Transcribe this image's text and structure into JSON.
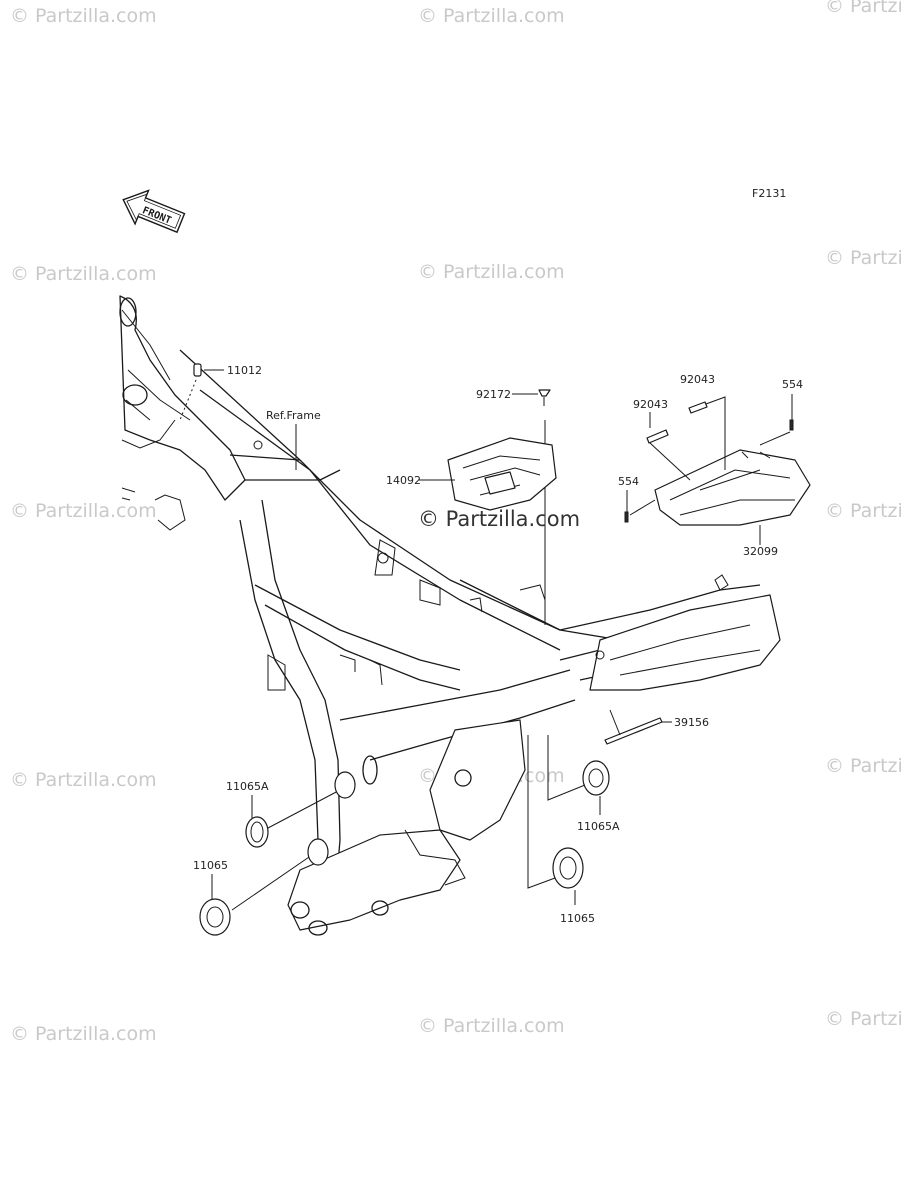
{
  "figure_code": "F2131",
  "front_badge": "FRONT",
  "reference_label": "Ref.Frame",
  "watermark": "© Partzilla.com",
  "watermark_short": "© Partzi",
  "parts": {
    "p11012": "11012",
    "p92172": "92172",
    "p14092": "14092",
    "p92043_upper": "92043",
    "p92043_lower": "92043",
    "p554_right": "554",
    "p554_left": "554",
    "p32099": "32099",
    "p39156": "39156",
    "p11065A_left": "11065A",
    "p11065_left": "11065",
    "p11065A_right": "11065A",
    "p11065_right": "11065"
  }
}
